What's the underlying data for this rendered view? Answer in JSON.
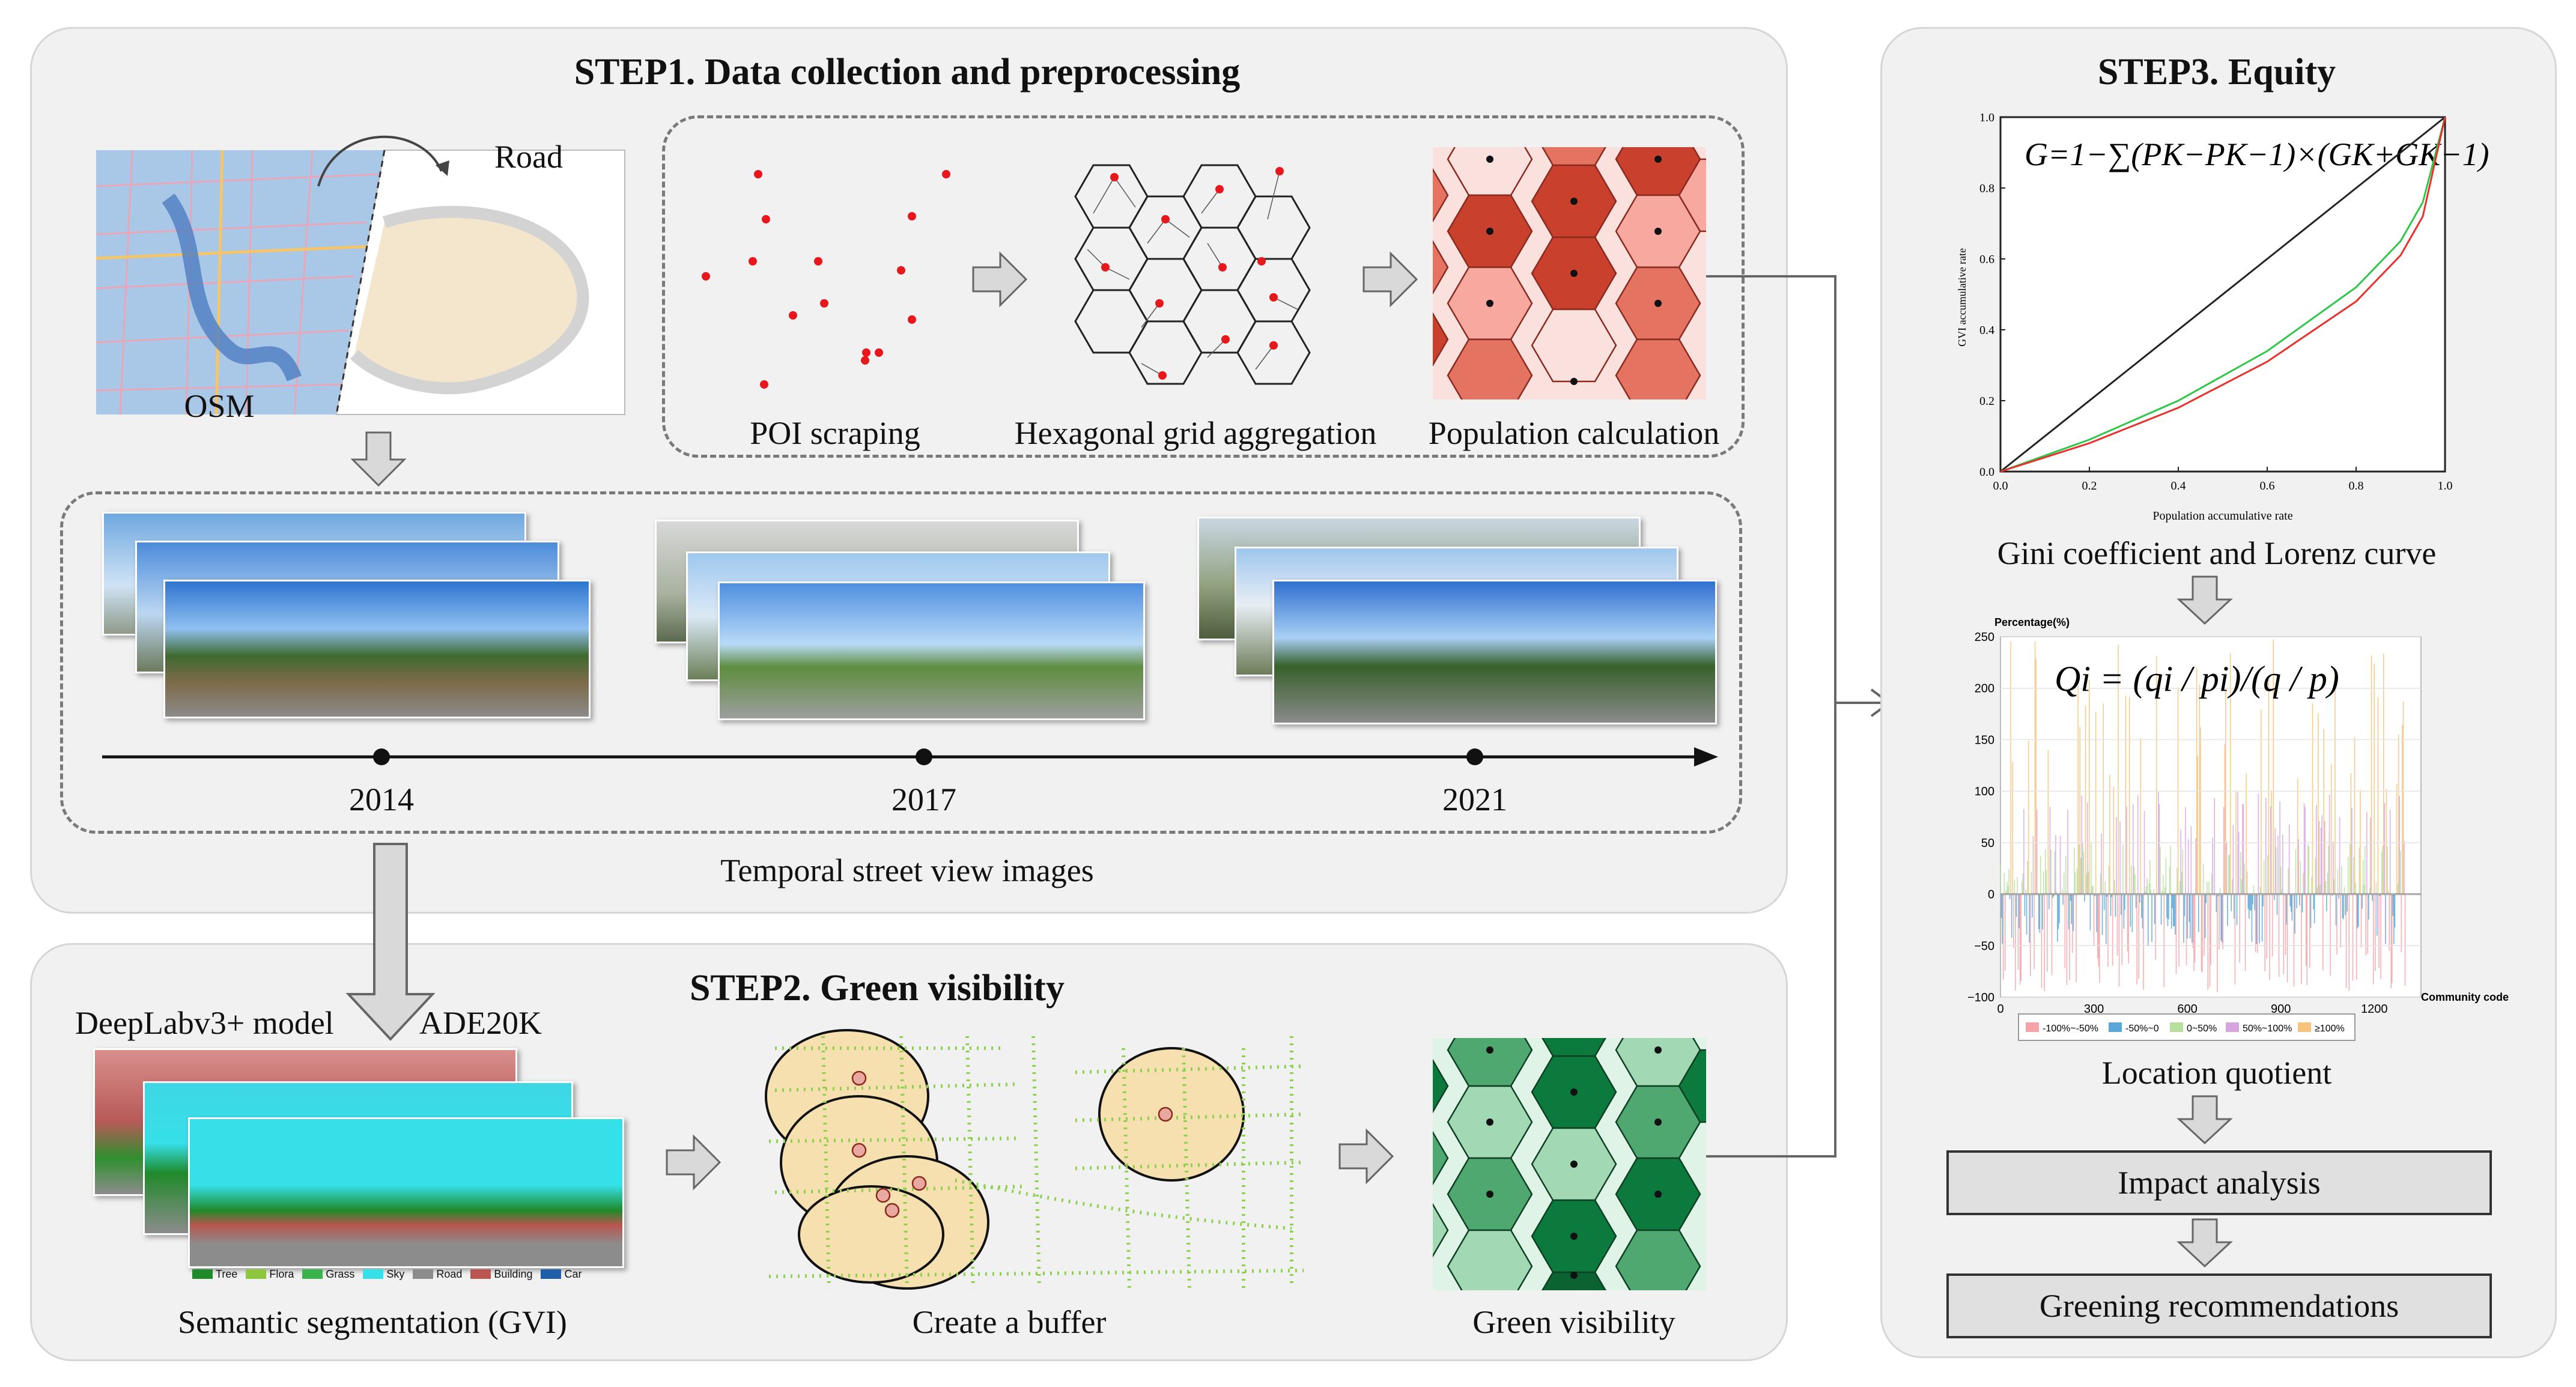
{
  "step1": {
    "title": "STEP1. Data collection and preprocessing",
    "road_label": "Road",
    "osm_label": "OSM",
    "poi_label": "POI scraping",
    "hex_label": "Hexagonal grid aggregation",
    "pop_label": "Population calculation",
    "temporal_label": "Temporal street view images",
    "years": [
      "2014",
      "2017",
      "2021"
    ]
  },
  "step2": {
    "title": "STEP2. Green visibility",
    "model_label": "DeepLabv3+ model",
    "dataset_label": "ADE20K",
    "seg_label": "Semantic segmentation (GVI)",
    "buffer_label": "Create a buffer",
    "gv_label": "Green visibility",
    "legend": [
      {
        "name": "Tree",
        "color": "#1f8a2a"
      },
      {
        "name": "Flora",
        "color": "#8dc63f"
      },
      {
        "name": "Grass",
        "color": "#3cb34a"
      },
      {
        "name": "Sky",
        "color": "#35e0e8"
      },
      {
        "name": "Road",
        "color": "#8c8c8c"
      },
      {
        "name": "Building",
        "color": "#b8564f"
      },
      {
        "name": "Car",
        "color": "#1f5fa8"
      }
    ]
  },
  "step3": {
    "title": "STEP3. Equity",
    "gini_formula": "G=1−∑(PK−PK−1)×(GK+GK−1)",
    "gini_label": "Gini coefficient and Lorenz curve",
    "lq_label": "Location quotient",
    "lq_formula": "Qi = (qi / pi)/(q / p)",
    "impact_label": "Impact analysis",
    "greening_label": "Greening recommendations"
  },
  "colors": {
    "panel_bg": "#f1f1f1",
    "accent_red": "#e8171c",
    "accent_green": "#5bbf2a",
    "pop_dark": "#c9402c",
    "pop_mid": "#e57361",
    "pop_light": "#f7a9a0",
    "pop_pale": "#fbe1de",
    "gv_dark": "#0b7a3c",
    "gv_mid": "#4ea86f",
    "gv_light": "#a3d8b5",
    "gv_pale": "#dff3e7"
  },
  "chart_data": [
    {
      "type": "line",
      "title": "",
      "xlabel": "Population accumulative rate",
      "ylabel": "GVI accumulative rate",
      "xlim": [
        0,
        1
      ],
      "ylim": [
        0,
        1
      ],
      "xticks": [
        "0.0",
        "0.2",
        "0.4",
        "0.6",
        "0.8",
        "1.0"
      ],
      "yticks": [
        "0.0",
        "0.2",
        "0.4",
        "0.6",
        "0.8",
        "1.0"
      ],
      "series": [
        {
          "color": "#222222",
          "x": [
            0,
            1
          ],
          "y": [
            0,
            1
          ]
        },
        {
          "color": "#2ec74a",
          "x": [
            0,
            0.2,
            0.4,
            0.6,
            0.8,
            0.9,
            0.95,
            1.0
          ],
          "y": [
            0,
            0.09,
            0.2,
            0.34,
            0.52,
            0.65,
            0.76,
            1.0
          ]
        },
        {
          "color": "#e8302c",
          "x": [
            0,
            0.2,
            0.4,
            0.6,
            0.8,
            0.9,
            0.95,
            1.0
          ],
          "y": [
            0,
            0.08,
            0.18,
            0.31,
            0.48,
            0.61,
            0.72,
            1.0
          ]
        }
      ]
    },
    {
      "type": "bar",
      "title": "",
      "xlabel": "Community code",
      "ylabel": "Percentage(%)",
      "xlim": [
        0,
        1350
      ],
      "ylim": [
        -100,
        250
      ],
      "xticks": [
        "0",
        "300",
        "600",
        "900",
        "1200"
      ],
      "yticks": [
        "250",
        "200",
        "150",
        "100",
        "50",
        "0",
        "−50",
        "−100"
      ],
      "legend": [
        {
          "name": "-100%~-50%",
          "color": "#f4a3a8"
        },
        {
          "name": "-50%~0",
          "color": "#5aa6d6"
        },
        {
          "name": "0~50%",
          "color": "#b8dfa0"
        },
        {
          "name": "50%~100%",
          "color": "#d7a6e0"
        },
        {
          "name": "≥100%",
          "color": "#f7c27a"
        }
      ]
    }
  ]
}
